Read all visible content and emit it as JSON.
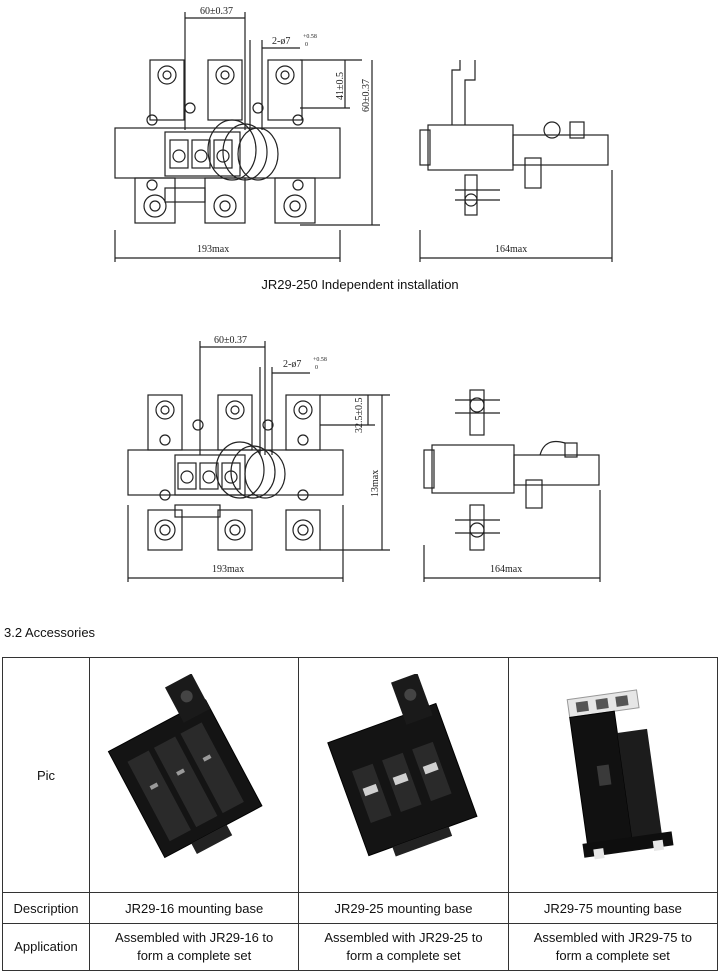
{
  "drawing1": {
    "dims": {
      "top_spacing": "60±0.37",
      "hole": "2-ø7",
      "hole_tol_plus": "+0.58",
      "hole_tol_zero": "0",
      "height_inner": "41±0.5",
      "height_outer": "60±0.37",
      "width_front": "193max",
      "width_side": "164max"
    },
    "caption": "JR29-250 Independent installation"
  },
  "drawing2": {
    "dims": {
      "top_spacing": "60±0.37",
      "hole": "2-ø7",
      "hole_tol_plus": "+0.58",
      "hole_tol_zero": "0",
      "height_inner": "32.5±0.5",
      "height_outer": "13max",
      "width_front": "193max",
      "width_side": "164max"
    }
  },
  "section_title": "3.2 Accessories",
  "table": {
    "row_labels": {
      "pic": "Pic",
      "description": "Description",
      "application": "Application"
    },
    "columns": [
      {
        "description": "JR29-16 mounting base",
        "application_line1": "Assembled with JR29-16 to",
        "application_line2": "form a complete set"
      },
      {
        "description": "JR29-25 mounting base",
        "application_line1": "Assembled with JR29-25 to",
        "application_line2": "form a complete set"
      },
      {
        "description": "JR29-75 mounting base",
        "application_line1": "Assembled with JR29-75 to",
        "application_line2": "form a complete set"
      }
    ]
  }
}
